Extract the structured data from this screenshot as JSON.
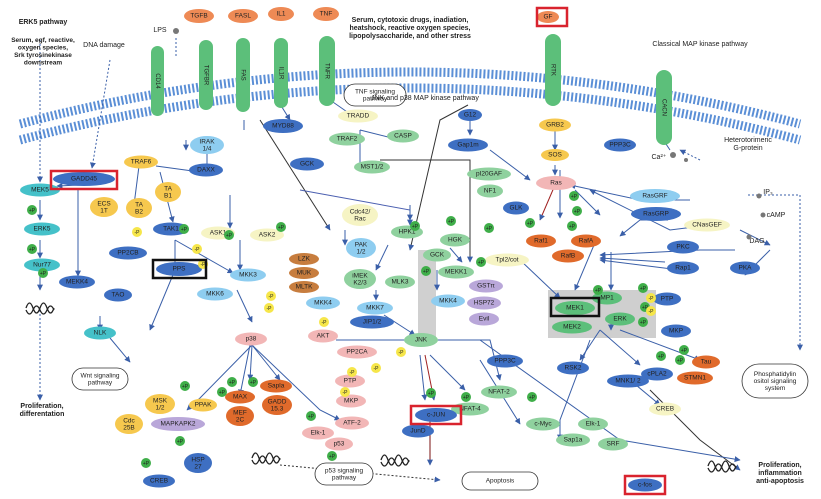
{
  "colors": {
    "green": "#5cbf7a",
    "lightgreen": "#8fd19e",
    "blue": "#3e6fc2",
    "lightblue": "#8ecdf0",
    "cyan": "#45c1c9",
    "orange": "#ee8a55",
    "darkorange": "#e06a2b",
    "yellow": "#f6c84e",
    "paleyellow": "#f6f4c4",
    "pink": "#f2b6b6",
    "lilac": "#b9a7d9",
    "brown": "#c77d3e",
    "membrane": "#5b8fd6",
    "highlight_red": "#d9232e",
    "highlight_black": "#111111"
  },
  "texts": {
    "erk5_pathway": "ERK5 pathway",
    "erk5_stimuli": "Serum, egf, reactive, oxygen species, Srk tyrosinekinase downstream",
    "dna_damage": "DNA damage",
    "serum_stress": "Serum, cytotoxic drugs, inadiation, heatshock, reactive oxygen species, lipopolysaccharide, and other stress",
    "classical_map": "Classical MAP kinase pathway",
    "tnf_signaling": "TNF signaling pathway",
    "jnk_p38": "JNK and p38 MAP kinase pathway",
    "hetero_g": "Heterotorimeric G-protein",
    "phosph_system": "Phosphatidylin ositol signaling system",
    "prolif_diff": "Proliferation, differentation",
    "wnt": "Wnt signaling pathway",
    "p53_pathway": "p53 signaling pathway",
    "apoptosis": "Apoptosis",
    "prolif_infl": "Proliferation, inflammation anti-apoptosis",
    "plus": "+P",
    "minus": "-P"
  },
  "nodes": {
    "lps": "LPS",
    "tgfb": "TGFB",
    "fasl": "FASL",
    "il1": "IL1",
    "tnf": "TNF",
    "gf": "GF",
    "cd14": "CD14",
    "tgfbr": "TGFBR",
    "fas": "FAS",
    "il1r": "IL1R",
    "tnfr": "TNFR",
    "rtk": "RTK",
    "cacn": "CACN",
    "myd88": "MYD88",
    "tradd": "TRADD",
    "traf2": "TRAF2",
    "casp": "CASP",
    "gck": "GCK",
    "mst12": "MST1/2",
    "g12": "G12",
    "gap1m": "Gap1m",
    "grb2": "GRB2",
    "sos": "SOS",
    "ppp3c_top": "PPP3C",
    "ca": "Ca²⁺",
    "irak": "IRAK 1/4",
    "traf6": "TRAF6",
    "gadd45": "GADD45",
    "mek5": "MEK5",
    "erk5": "ERK5",
    "nur77": "Nur77",
    "ecsit": "ECS IT",
    "tab2": "TA B2",
    "tab1": "TA B1",
    "tak1": "TAK1",
    "pp2cb": "PP2CB",
    "daxx": "DAXX",
    "pps": "PPS",
    "mekk4": "MEKK4",
    "tao": "TAO",
    "nlk": "NLK",
    "ask1": "ASK1",
    "ask2": "ASK2",
    "mkk3": "MKK3",
    "mkk6": "MKK6",
    "cdc42": "Cdc42/ Rac",
    "pak": "PAK 1/2",
    "hpk1": "HPK1",
    "hgk": "HGK",
    "gck_mid": "GCK",
    "lzk": "LZK",
    "muk": "MUK",
    "mltk": "MLTK",
    "imek": "iMEK K2/3",
    "mlk3": "MLK3",
    "mekk1": "MEKK1",
    "mkk4_l": "MKK4",
    "mkk4_r": "MKK4",
    "mkk7": "MKK7",
    "akt": "AKT",
    "jip": "JIP1/2",
    "gstpi": "GSTπ",
    "hsp72": "HSP72",
    "evil": "Evil",
    "pp2ca": "PP2CA",
    "jnk": "JNK",
    "p38": "p38",
    "ptp_mid": "PTP",
    "mkp_mid": "MKP",
    "pi20gaf": "pI20GAF",
    "nf1": "NF1",
    "ras": "Ras",
    "ppp3c_mid": "PPP3C",
    "nfat2": "NFAT-2",
    "nfat4": "NFAT-4",
    "cjun": "c-JUN",
    "jund": "JunD",
    "elk1_l": "Elk-1",
    "atf2": "ATF-2",
    "p53": "p53",
    "msk": "MSK 1/2",
    "ppak": "PPAK",
    "cdc25b": "Cdc 25B",
    "mapkapk2": "MAPKAPK2",
    "hsp27": "HSP 27",
    "creb_l": "CREB",
    "max": "MAX",
    "mef2c": "MEF 2C",
    "sapla": "Sapla",
    "gadd153": "GADD 15.3",
    "tpl2": "Tpl2/cot",
    "glk": "GLK",
    "raf1": "Raf1",
    "rafa": "RafA",
    "rafb": "RafB",
    "mek1": "MEK1",
    "mp1": "MP1",
    "mek2": "MEK2",
    "erk": "ERK",
    "ptp_r": "PTP",
    "mkp_r": "MKP",
    "rsk2": "RSK2",
    "cpla2": "cPLA2",
    "mnk": "MNK1/ 2",
    "tau": "Tau",
    "stmn1": "STMN1",
    "creb_r": "CREB",
    "cmyc": "c-Myc",
    "elk1_r": "Elk-1",
    "sap1a": "Sap1a",
    "srf": "SRF",
    "cfos": "c-fos",
    "rasgrf": "RasGRF",
    "rasgrp": "RasGRP",
    "cnasgef": "CNasGEF",
    "pkc": "PKC",
    "rap1": "Rap1",
    "pka": "PKA",
    "ip3": "IP₃",
    "camp": "cAMP",
    "dag": "DAG"
  }
}
